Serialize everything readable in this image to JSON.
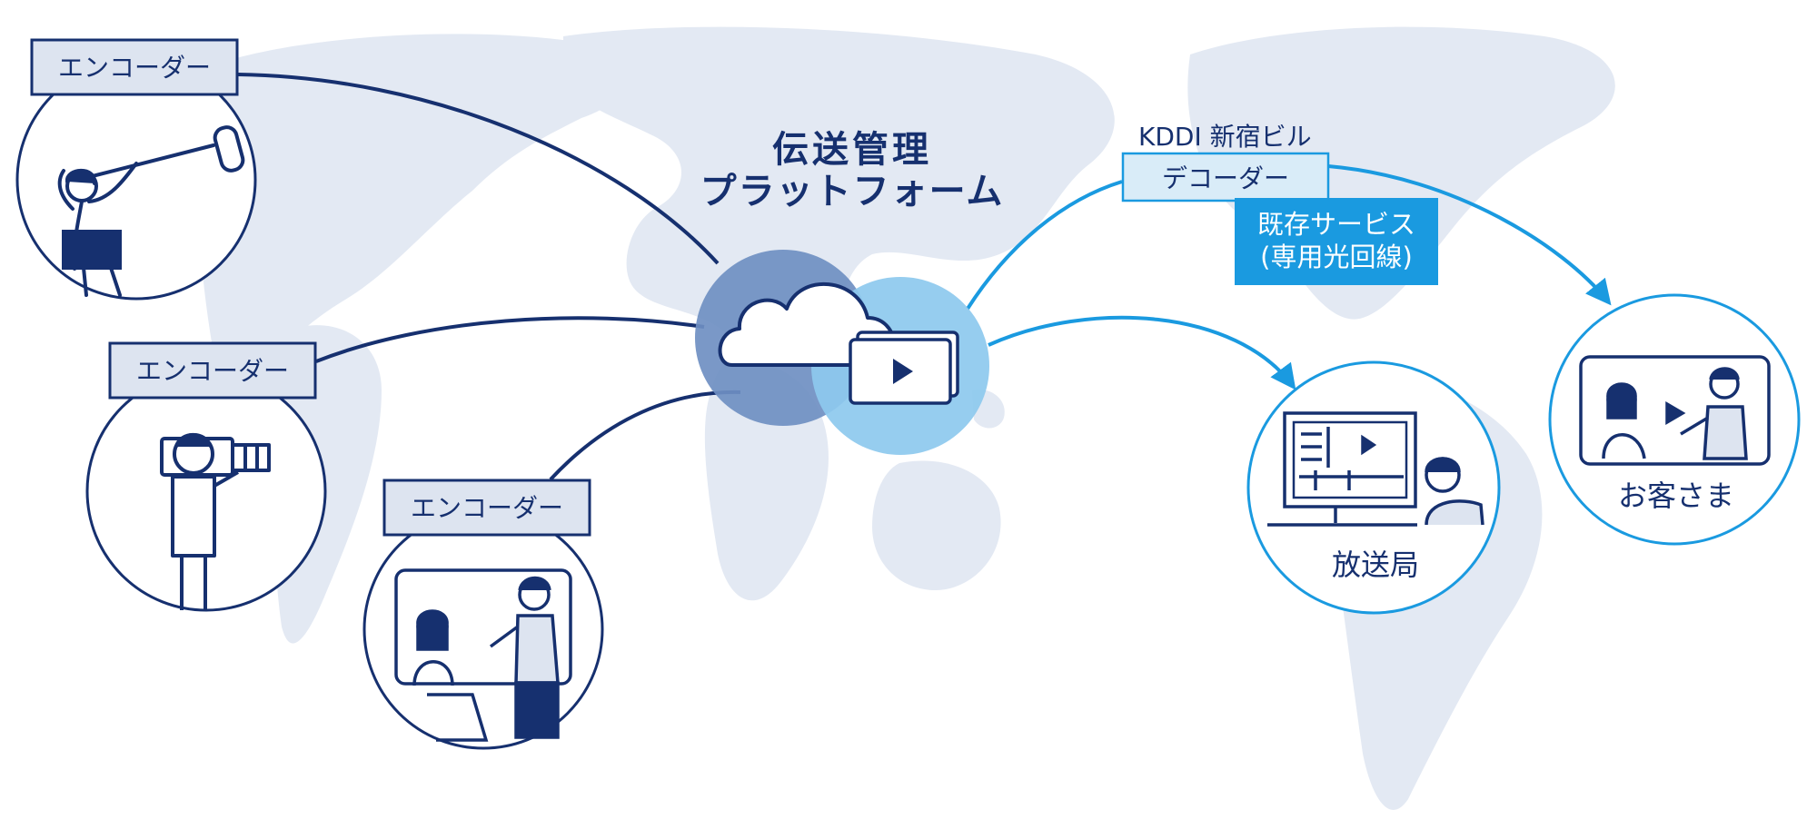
{
  "platform": {
    "title_line1": "伝送管理",
    "title_line2": "プラットフォーム"
  },
  "encoders": [
    {
      "label": "エンコーダー",
      "scene": "boom-microphone-operator"
    },
    {
      "label": "エンコーダー",
      "scene": "video-camera-operator"
    },
    {
      "label": "エンコーダー",
      "scene": "studio-presenters"
    }
  ],
  "decoder": {
    "site": "KDDI 新宿ビル",
    "label": "デコーダー"
  },
  "existing_service": {
    "line1": "既存サービス",
    "line2": "(専用光回線)"
  },
  "destinations": {
    "broadcaster": "放送局",
    "customer": "お客さま"
  },
  "colors": {
    "navy": "#16306f",
    "blue": "#1a9ae0",
    "label_fill": "#dde4f0",
    "decoder_fill": "#d9ecf8",
    "map": "#e3e9f3",
    "cloud_circle": "#6f8fc2",
    "video_circle": "#8dc9ee",
    "service_fill": "#1a9ae0"
  },
  "icons": [
    "cloud-icon",
    "video-play-icon",
    "boom-microphone-icon",
    "video-camera-icon",
    "monitor-icon"
  ]
}
